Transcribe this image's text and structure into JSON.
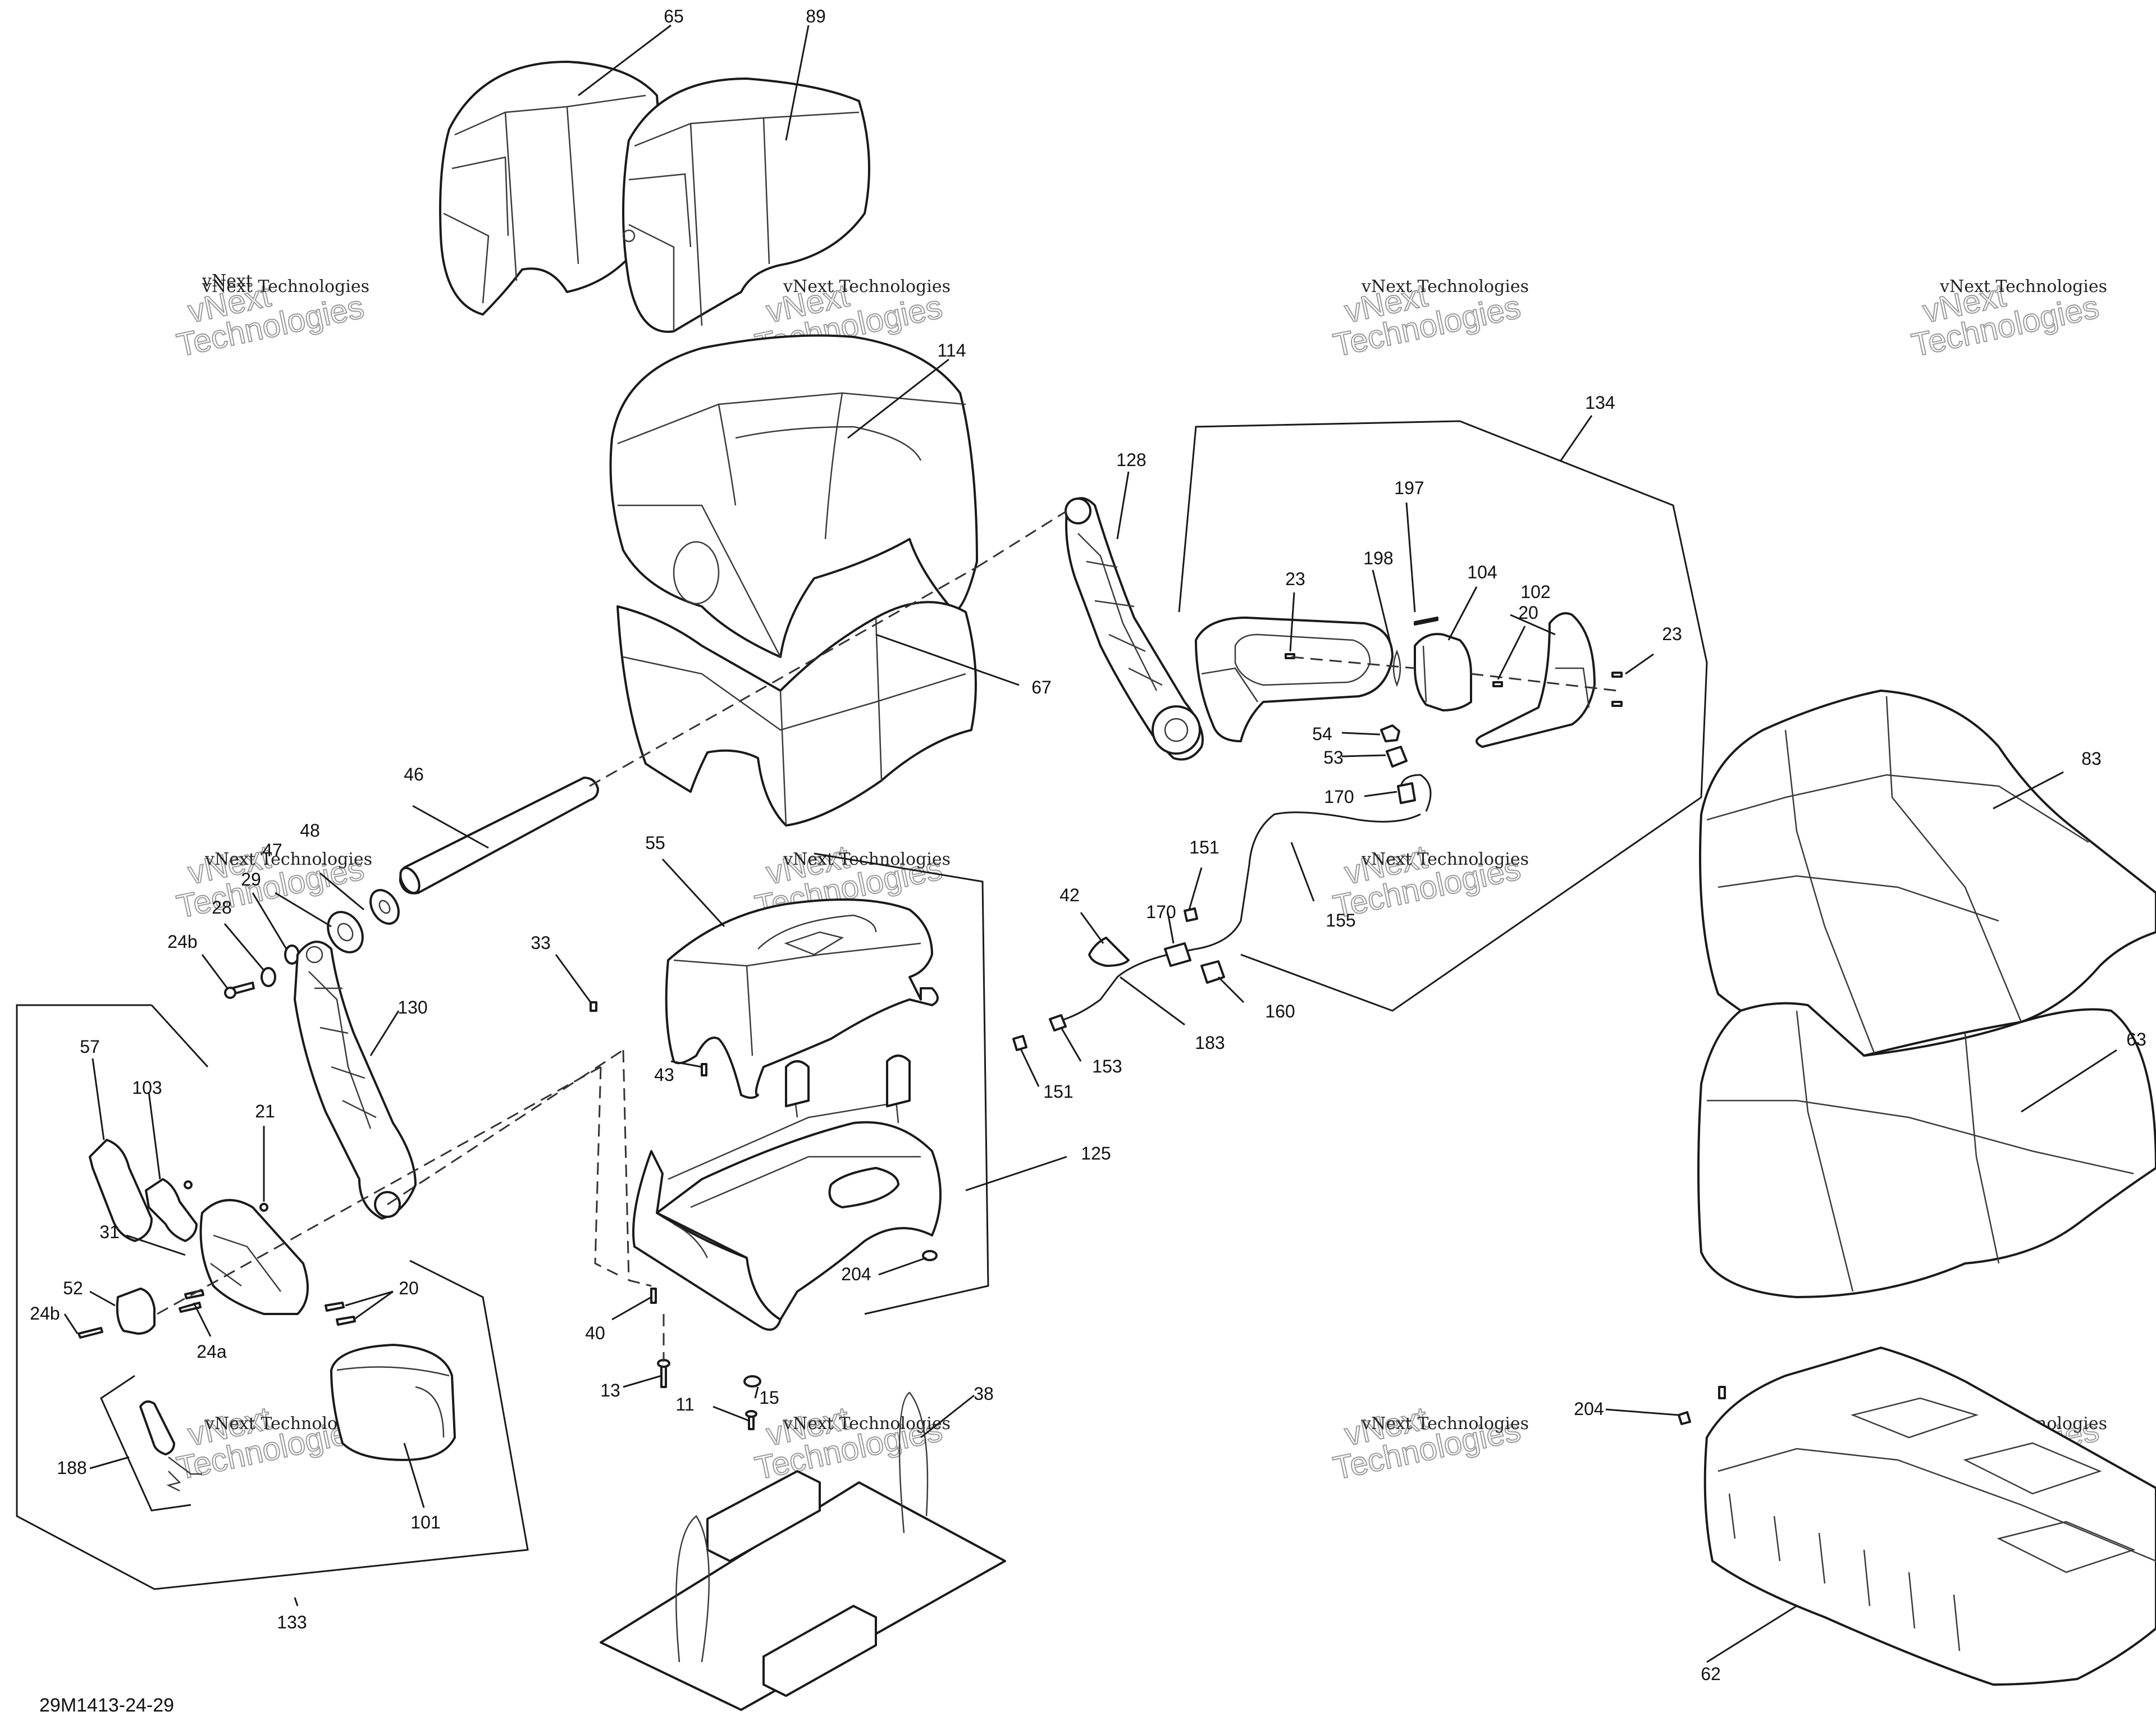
{
  "drawing_code": "29M1413-24-29",
  "watermark": {
    "line1": "vNext",
    "line2": "Technologies"
  },
  "callouts": {
    "c65": "65",
    "c89": "89",
    "c114": "114",
    "c67": "67",
    "c128": "128",
    "c134": "134",
    "c197": "197",
    "c198": "198",
    "c104": "104",
    "c102": "102",
    "c23a": "23",
    "c20a": "20",
    "c23b": "23",
    "c54": "54",
    "c53": "53",
    "c170a": "170",
    "c151a": "151",
    "c42": "42",
    "c170b": "170",
    "c155": "155",
    "c160": "160",
    "c183": "183",
    "c153": "153",
    "c151b": "151",
    "c83": "83",
    "c63": "63",
    "c46": "46",
    "c48": "48",
    "c47": "47",
    "c29": "29",
    "c28": "28",
    "c24b1": "24b",
    "c130": "130",
    "c57": "57",
    "c103": "103",
    "c21": "21",
    "c31": "31",
    "c52": "52",
    "c24b2": "24b",
    "c24a": "24a",
    "c20b": "20",
    "c188": "188",
    "c101": "101",
    "c133": "133",
    "c33": "33",
    "c55": "55",
    "c43": "43",
    "c125": "125",
    "c204a": "204",
    "c40": "40",
    "c13": "13",
    "c15": "15",
    "c11": "11",
    "c38": "38",
    "c204b": "204",
    "c62": "62"
  }
}
